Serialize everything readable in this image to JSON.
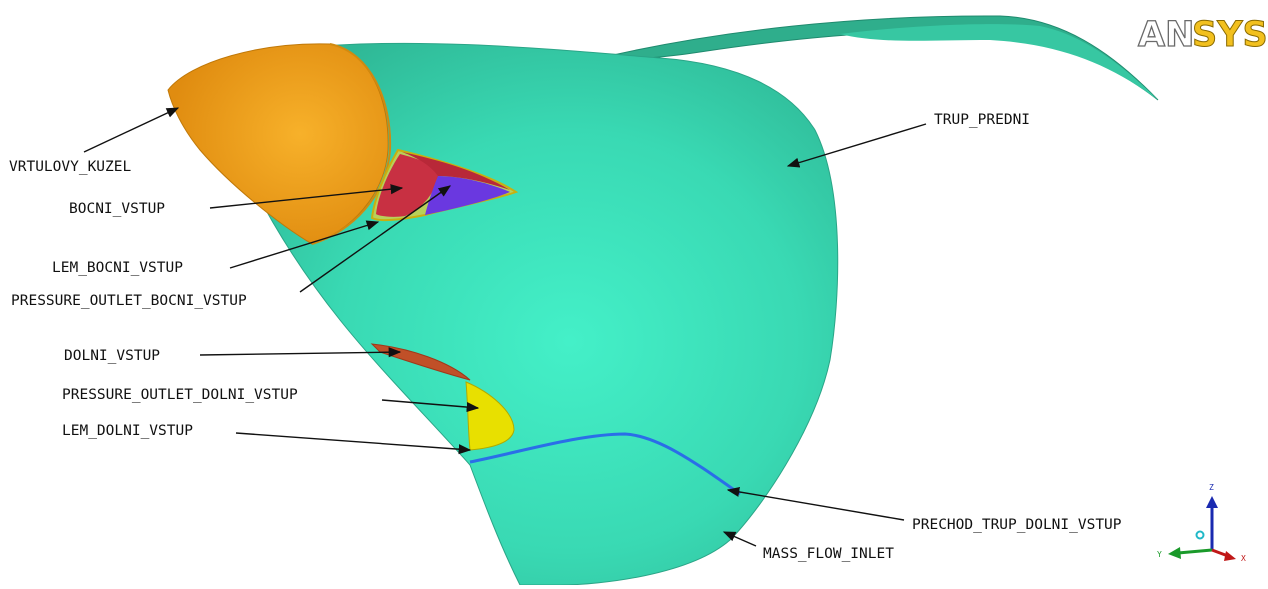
{
  "brand": {
    "logo_prefix": "AN",
    "logo_suffix": "SYS"
  },
  "labels": {
    "vrtulovy_kuzel": "VRTULOVY_KUZEL",
    "trup_predni": "TRUP_PREDNI",
    "bocni_vstup": "BOCNI_VSTUP",
    "lem_bocni_vstup": "LEM_BOCNI_VSTUP",
    "pressure_outlet_bocni_vstup": "PRESSURE_OUTLET_BOCNI_VSTUP",
    "dolni_vstup": "DOLNI_VSTUP",
    "pressure_outlet_dolni_vstup": "PRESSURE_OUTLET_DOLNI_VSTUP",
    "lem_dolni_vstup": "LEM_DOLNI_VSTUP",
    "prechod_trup_dolni_vstup": "PRECHOD_TRUP_DOLNI_VSTUP",
    "mass_flow_inlet": "MASS_FLOW_INLET"
  },
  "triad": {
    "z": "Z",
    "y": "Y",
    "x": "X"
  },
  "colors": {
    "fuselage": "#3ddbb5",
    "wing": "#2ea888",
    "spinner": "#f0a21c",
    "side_inlet": "#c83042",
    "side_outlet": "#6a38e0",
    "lower_inlet": "#c05028",
    "lower_outlet": "#e8e000",
    "transition_line": "#2a6ee8"
  }
}
